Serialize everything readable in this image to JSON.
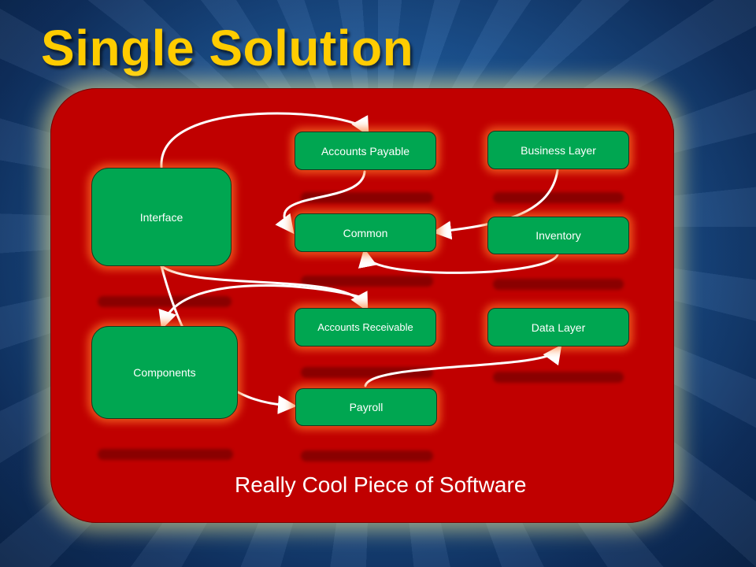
{
  "slide": {
    "title": "Single Solution"
  },
  "panel": {
    "caption": "Really Cool Piece of Software"
  },
  "boxes": {
    "interface": "Interface",
    "components": "Components",
    "accounts_payable": "Accounts Payable",
    "common": "Common",
    "accounts_receivable": "Accounts Receivable",
    "payroll": "Payroll",
    "business_layer": "Business Layer",
    "inventory": "Inventory",
    "data_layer": "Data Layer"
  },
  "colors": {
    "background": "#1c5595",
    "panel": "#c00000",
    "box": "#00a651",
    "title": "#ffcc00"
  }
}
